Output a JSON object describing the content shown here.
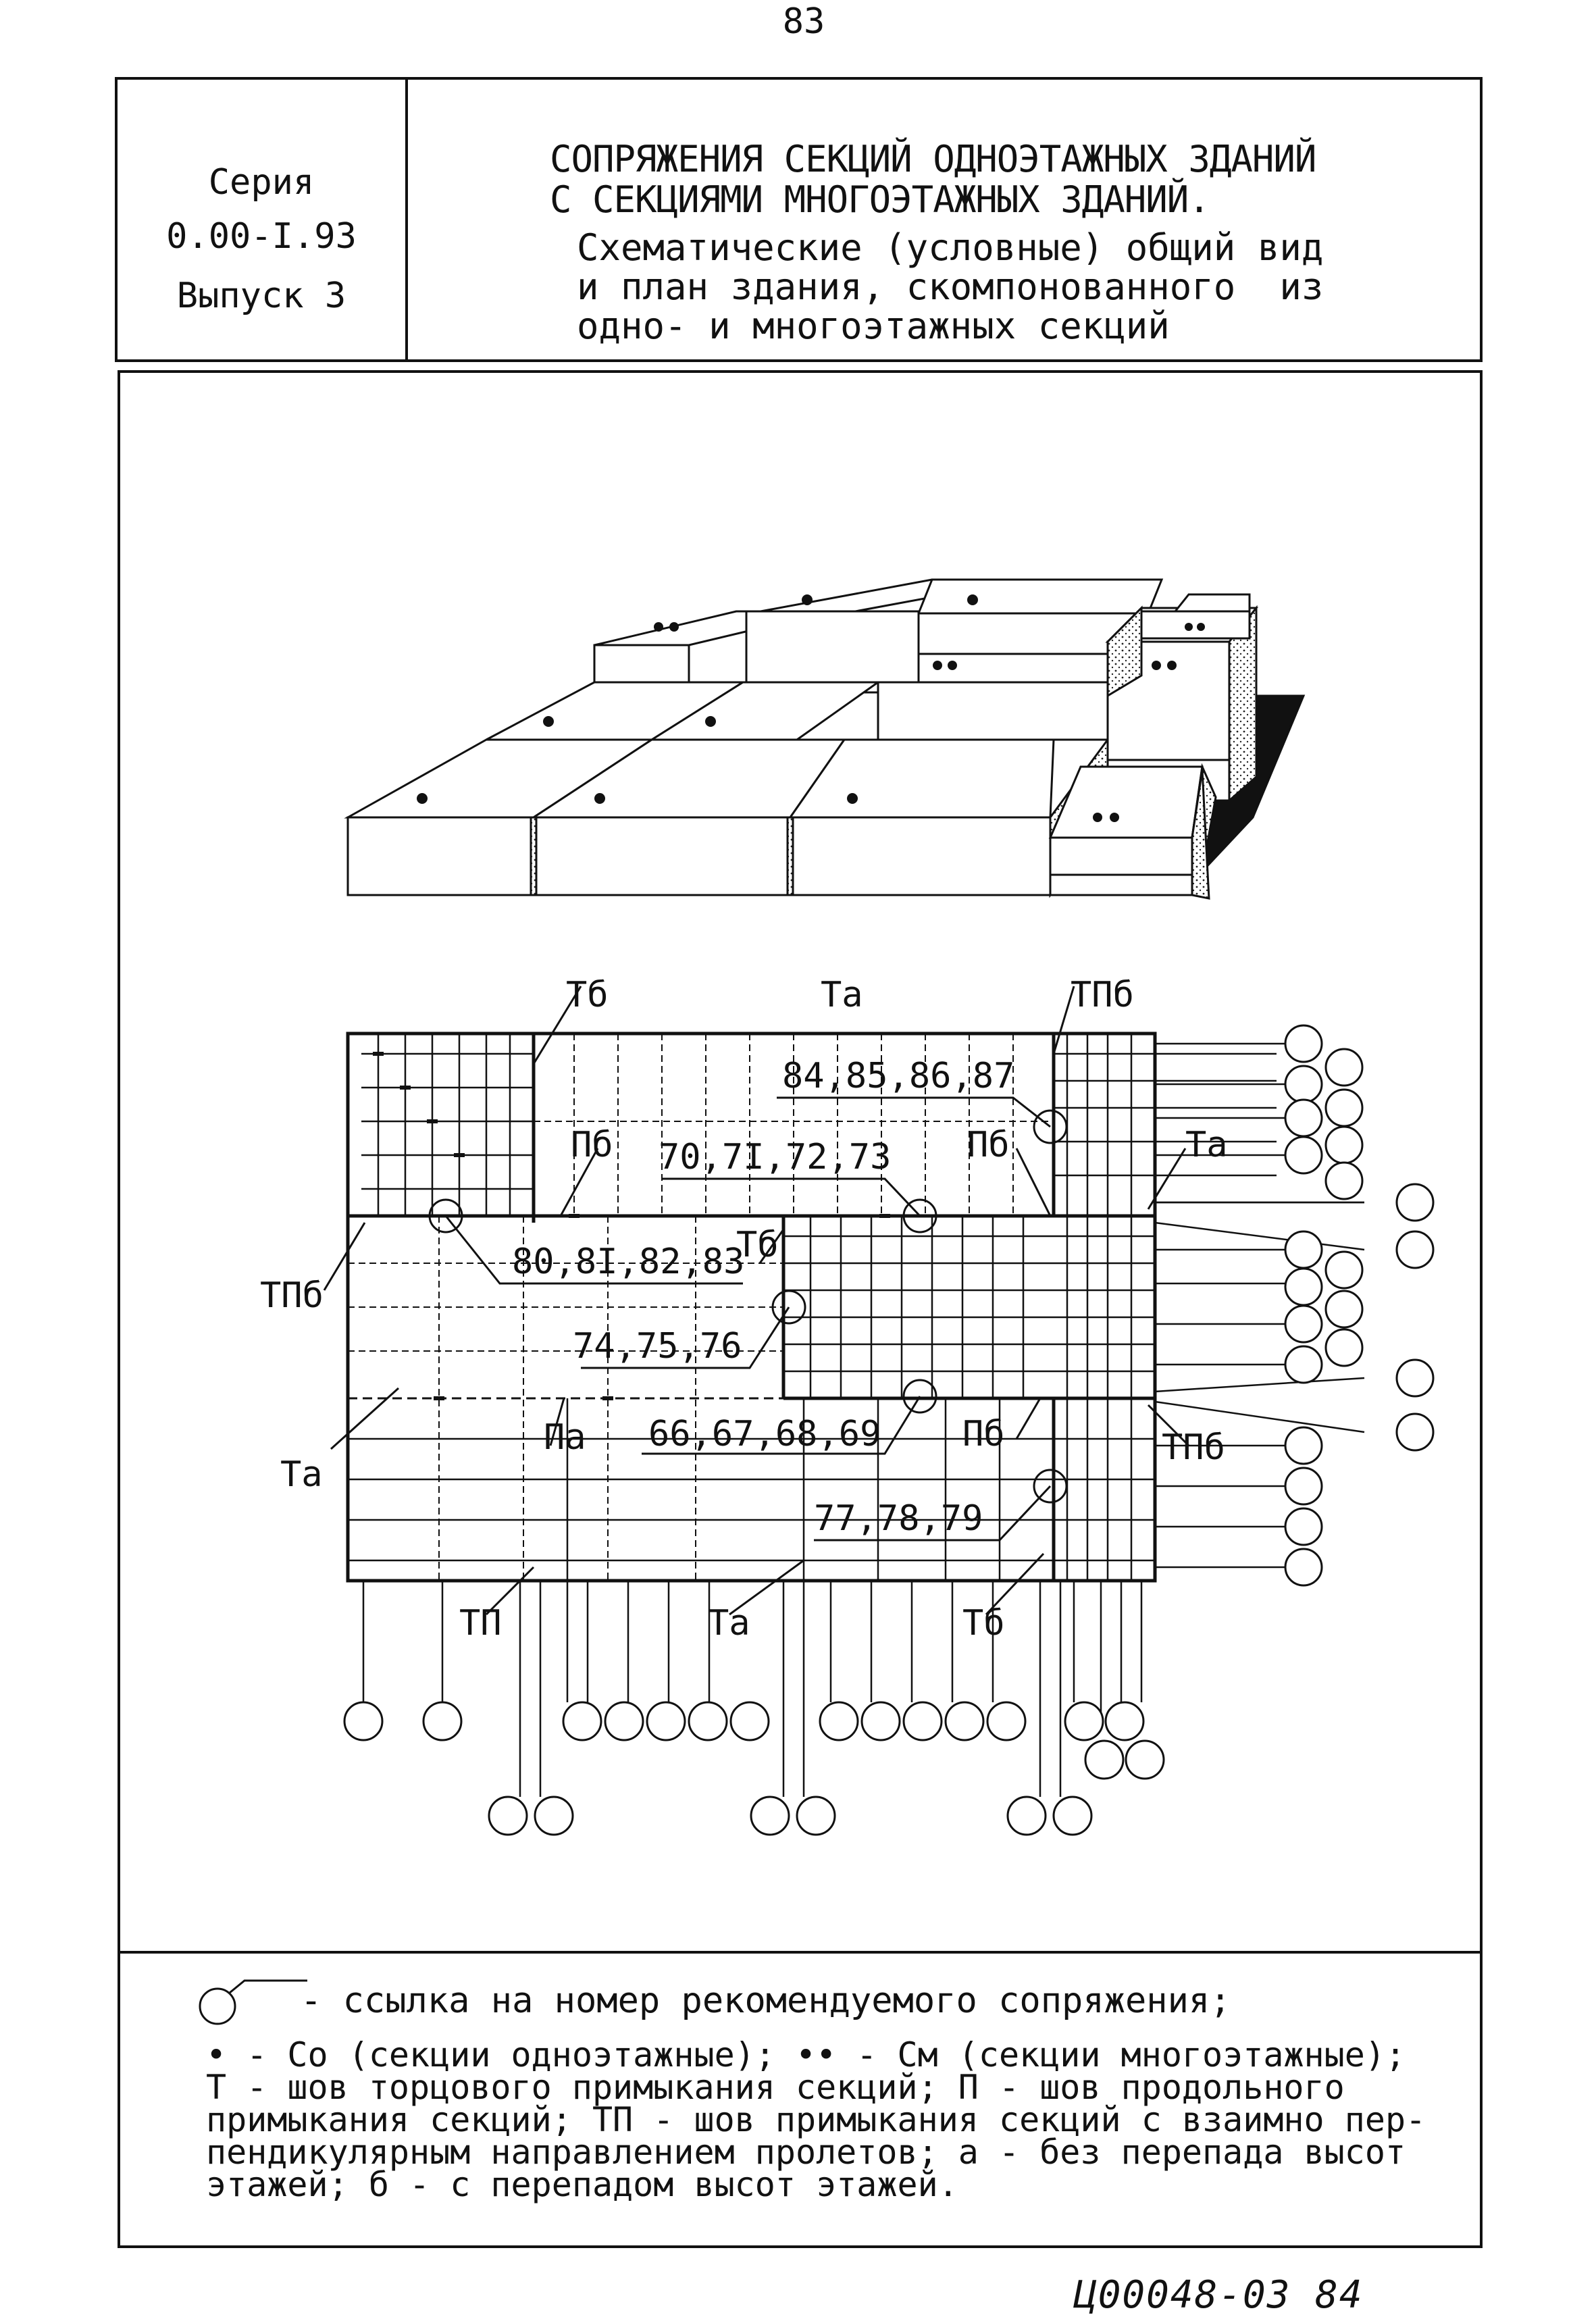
{
  "page_number": "83",
  "title_block": {
    "series": "Серия",
    "series_code": "0.00-I.93",
    "issue": "Выпуск 3",
    "title_main": "СОПРЯЖЕНИЯ СЕКЦИЙ ОДНОЭТАЖНЫХ ЗДАНИЙ\nС СЕКЦИЯМИ МНОГОЭТАЖНЫХ ЗДАНИЙ.",
    "title_sub": "Схематические (условные) общий вид\nи план здания, скомпонованного  из\nодно- и многоэтажных секций"
  },
  "plan_labels": {
    "t_b_top": "Тб",
    "t_a_top": "Та",
    "tp_b_top": "ТПб",
    "p_b_left": "Пб",
    "p_b_right": "Пб",
    "t_a_right": "Та",
    "tp_b_left": "ТПб",
    "t_b_mid": "Тб",
    "t_a_left": "Та",
    "p_a": "Па",
    "p_b_low": "Пб",
    "tp_b_right": "ТПб",
    "tp_bottom": "ТП",
    "t_a_bottom": "Та",
    "t_b_bottom": "Тб"
  },
  "joint_refs": {
    "ref_84": "84,85,86,87",
    "ref_70": "70,7I,72,73",
    "ref_80": "80,8I,82,83",
    "ref_74": "74,75,76",
    "ref_66": "66,67,68,69",
    "ref_77": "77,78,79"
  },
  "legend": {
    "ref_circle": "- ссылка на номер рекомендуемого сопряжения;",
    "text": "• - Со (секции одноэтажные); •• - См (секции многоэтажные);\nТ - шов торцового примыкания секций; П - шов продольного\nпримыкания секций; ТП - шов примыкания секций с взаимно пер-\nпендикулярным направлением пролетов; а - без перепада высот\nэтажей; б - с перепадом высот этажей."
  },
  "footer_code": "Ц00048-03   84",
  "icons": {
    "reference_circle": "circle-with-leader-icon",
    "single_dot": "single-story-marker-icon",
    "double_dot": "multi-story-marker-icon"
  }
}
